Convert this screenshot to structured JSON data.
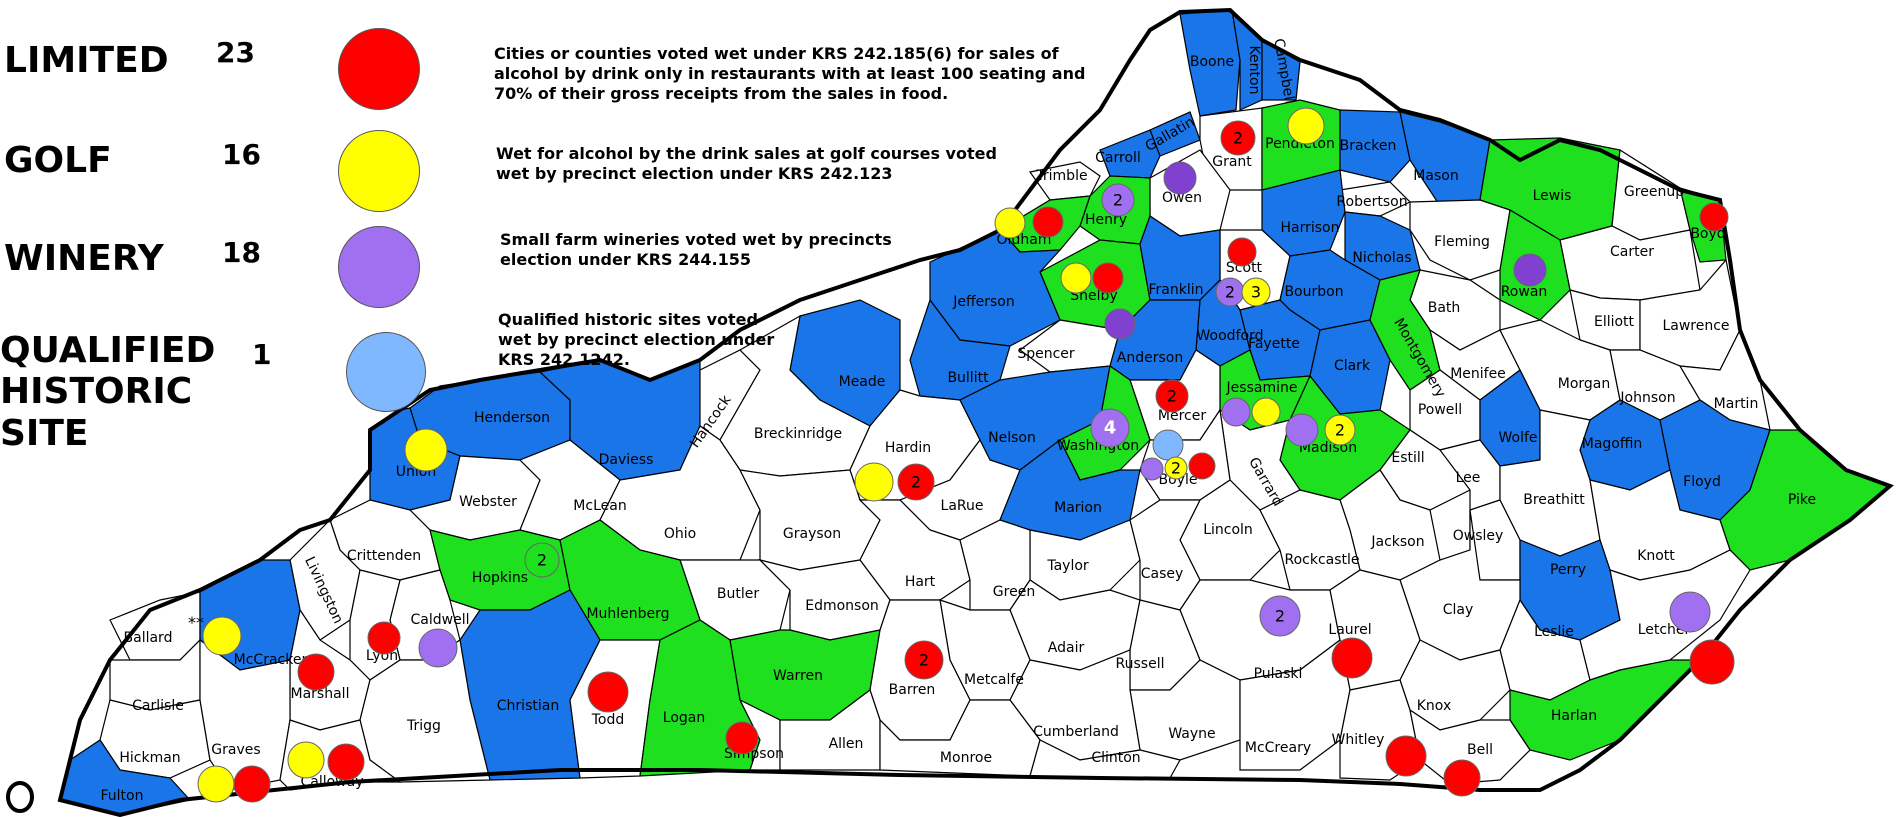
{
  "legend": [
    {
      "label": "LIMITED",
      "count": "23",
      "color": "#ff0000",
      "description": [
        "Cities or counties voted wet under KRS 242.185(6) for sales of",
        "alcohol by drink only in restaurants with at least 100 seating and",
        "70% of their gross receipts from the sales in food."
      ]
    },
    {
      "label": "GOLF",
      "count": "16",
      "color": "#ffff00",
      "description": [
        "Wet for alcohol by the drink sales at golf courses voted",
        "wet by precinct election under KRS 242.123"
      ]
    },
    {
      "label": "WINERY",
      "count": "18",
      "color": "#a070f0",
      "description": [
        "Small farm wineries  voted wet by precincts",
        "election under KRS 244.155"
      ]
    },
    {
      "label": "QUALIFIED HISTORIC SITE",
      "label_lines": [
        "QUALIFIED",
        "HISTORIC",
        "SITE"
      ],
      "count": "1",
      "color": "#80b8ff",
      "description": [
        "Qualified historic sites voted",
        "wet by precinct election under",
        "KRS 242.1242."
      ]
    }
  ],
  "colors": {
    "wet": "#1a75e8",
    "moist": "#1ee01e",
    "dry": "#ffffff",
    "limited": "#ff0000",
    "golf": "#ffff00",
    "winery": "#a070f0",
    "winery_dark": "#8040d0",
    "historic": "#80b8ff"
  },
  "annotation_asterisk": "**",
  "counties": [
    {
      "name": "Boone",
      "status": "wet"
    },
    {
      "name": "Kenton",
      "status": "wet"
    },
    {
      "name": "Campbell",
      "status": "wet"
    },
    {
      "name": "Gallatin",
      "status": "wet"
    },
    {
      "name": "Carroll",
      "status": "wet"
    },
    {
      "name": "Grant",
      "status": "dry"
    },
    {
      "name": "Pendleton",
      "status": "moist"
    },
    {
      "name": "Bracken",
      "status": "wet"
    },
    {
      "name": "Mason",
      "status": "wet"
    },
    {
      "name": "Trimble",
      "status": "dry"
    },
    {
      "name": "Owen",
      "status": "dry"
    },
    {
      "name": "Henry",
      "status": "moist"
    },
    {
      "name": "Oldham",
      "status": "moist"
    },
    {
      "name": "Robertson",
      "status": "dry"
    },
    {
      "name": "Harrison",
      "status": "wet"
    },
    {
      "name": "Lewis",
      "status": "moist"
    },
    {
      "name": "Greenup",
      "status": "dry"
    },
    {
      "name": "Boyd",
      "status": "moist"
    },
    {
      "name": "Fleming",
      "status": "dry"
    },
    {
      "name": "Nicholas",
      "status": "wet"
    },
    {
      "name": "Scott",
      "status": "dry"
    },
    {
      "name": "Shelby",
      "status": "moist"
    },
    {
      "name": "Franklin",
      "status": "wet"
    },
    {
      "name": "Jefferson",
      "status": "wet"
    },
    {
      "name": "Carter",
      "status": "dry"
    },
    {
      "name": "Rowan",
      "status": "moist"
    },
    {
      "name": "Bourbon",
      "status": "wet"
    },
    {
      "name": "Bath",
      "status": "dry"
    },
    {
      "name": "Elliott",
      "status": "dry"
    },
    {
      "name": "Lawrence",
      "status": "dry"
    },
    {
      "name": "Woodford",
      "status": "wet"
    },
    {
      "name": "Spencer",
      "status": "dry"
    },
    {
      "name": "Anderson",
      "status": "wet"
    },
    {
      "name": "Fayette",
      "status": "wet"
    },
    {
      "name": "Montgomery",
      "status": "moist"
    },
    {
      "name": "Meade",
      "status": "wet"
    },
    {
      "name": "Bullitt",
      "status": "wet"
    },
    {
      "name": "Clark",
      "status": "wet"
    },
    {
      "name": "Menifee",
      "status": "dry"
    },
    {
      "name": "Morgan",
      "status": "dry"
    },
    {
      "name": "Johnson",
      "status": "dry"
    },
    {
      "name": "Martin",
      "status": "dry"
    },
    {
      "name": "Hancock",
      "status": "dry"
    },
    {
      "name": "Breckinridge",
      "status": "dry"
    },
    {
      "name": "Henderson",
      "status": "wet"
    },
    {
      "name": "Jessamine",
      "status": "moist"
    },
    {
      "name": "Mercer",
      "status": "dry"
    },
    {
      "name": "Powell",
      "status": "dry"
    },
    {
      "name": "Daviess",
      "status": "wet"
    },
    {
      "name": "Hardin",
      "status": "dry"
    },
    {
      "name": "Nelson",
      "status": "wet"
    },
    {
      "name": "Washington",
      "status": "moist"
    },
    {
      "name": "Madison",
      "status": "moist"
    },
    {
      "name": "Wolfe",
      "status": "wet"
    },
    {
      "name": "Magoffin",
      "status": "wet"
    },
    {
      "name": "Union",
      "status": "wet"
    },
    {
      "name": "Garrard",
      "status": "dry"
    },
    {
      "name": "Estill",
      "status": "dry"
    },
    {
      "name": "Boyle",
      "status": "dry"
    },
    {
      "name": "Floyd",
      "status": "wet"
    },
    {
      "name": "Lee",
      "status": "dry"
    },
    {
      "name": "Webster",
      "status": "dry"
    },
    {
      "name": "McLean",
      "status": "dry"
    },
    {
      "name": "LaRue",
      "status": "dry"
    },
    {
      "name": "Marion",
      "status": "wet"
    },
    {
      "name": "Breathitt",
      "status": "dry"
    },
    {
      "name": "Pike",
      "status": "moist"
    },
    {
      "name": "Ohio",
      "status": "dry"
    },
    {
      "name": "Grayson",
      "status": "dry"
    },
    {
      "name": "Lincoln",
      "status": "dry"
    },
    {
      "name": "Owsley",
      "status": "dry"
    },
    {
      "name": "Jackson",
      "status": "dry"
    },
    {
      "name": "Crittenden",
      "status": "dry"
    },
    {
      "name": "Rockcastle",
      "status": "dry"
    },
    {
      "name": "Knott",
      "status": "dry"
    },
    {
      "name": "Hopkins",
      "status": "moist"
    },
    {
      "name": "Taylor",
      "status": "dry"
    },
    {
      "name": "Perry",
      "status": "wet"
    },
    {
      "name": "Livingston",
      "status": "dry"
    },
    {
      "name": "Casey",
      "status": "dry"
    },
    {
      "name": "Hart",
      "status": "dry"
    },
    {
      "name": "Green",
      "status": "dry"
    },
    {
      "name": "Caldwell",
      "status": "dry"
    },
    {
      "name": "Butler",
      "status": "dry"
    },
    {
      "name": "Muhlenberg",
      "status": "moist"
    },
    {
      "name": "Edmonson",
      "status": "dry"
    },
    {
      "name": "Clay",
      "status": "dry"
    },
    {
      "name": "Ballard",
      "status": "dry"
    },
    {
      "name": "McCracken",
      "status": "wet"
    },
    {
      "name": "Lyon",
      "status": "dry"
    },
    {
      "name": "Pulaski",
      "status": "dry"
    },
    {
      "name": "Laurel",
      "status": "dry"
    },
    {
      "name": "Leslie",
      "status": "dry"
    },
    {
      "name": "Letcher",
      "status": "dry"
    },
    {
      "name": "Adair",
      "status": "dry"
    },
    {
      "name": "Carlisle",
      "status": "dry"
    },
    {
      "name": "Marshall",
      "status": "dry"
    },
    {
      "name": "Russell",
      "status": "dry"
    },
    {
      "name": "Christian",
      "status": "wet"
    },
    {
      "name": "Warren",
      "status": "moist"
    },
    {
      "name": "Metcalfe",
      "status": "dry"
    },
    {
      "name": "Barren",
      "status": "dry"
    },
    {
      "name": "Todd",
      "status": "dry"
    },
    {
      "name": "Knox",
      "status": "dry"
    },
    {
      "name": "Harlan",
      "status": "moist"
    },
    {
      "name": "Logan",
      "status": "moist"
    },
    {
      "name": "Trigg",
      "status": "dry"
    },
    {
      "name": "Hickman",
      "status": "dry"
    },
    {
      "name": "Graves",
      "status": "dry"
    },
    {
      "name": "Simpson",
      "status": "dry"
    },
    {
      "name": "Allen",
      "status": "dry"
    },
    {
      "name": "Wayne",
      "status": "dry"
    },
    {
      "name": "McCreary",
      "status": "dry"
    },
    {
      "name": "Whitley",
      "status": "dry"
    },
    {
      "name": "Bell",
      "status": "dry"
    },
    {
      "name": "Cumberland",
      "status": "dry"
    },
    {
      "name": "Monroe",
      "status": "dry"
    },
    {
      "name": "Clinton",
      "status": "dry"
    },
    {
      "name": "Calloway",
      "status": "dry"
    },
    {
      "name": "Fulton",
      "status": "wet"
    }
  ],
  "markers": [
    {
      "county": "Grant",
      "type": "limited",
      "count": "2"
    },
    {
      "county": "Pendleton",
      "type": "golf"
    },
    {
      "county": "Owen",
      "type": "winery"
    },
    {
      "county": "Henry",
      "type": "winery",
      "count": "2"
    },
    {
      "county": "Oldham",
      "type": "golf"
    },
    {
      "county": "Oldham",
      "type": "limited"
    },
    {
      "county": "Boyd",
      "type": "limited"
    },
    {
      "county": "Rowan",
      "type": "winery"
    },
    {
      "county": "Scott",
      "type": "limited"
    },
    {
      "county": "Scott",
      "type": "winery",
      "count": "2"
    },
    {
      "county": "Scott",
      "type": "golf",
      "count": "3"
    },
    {
      "county": "Shelby",
      "type": "golf"
    },
    {
      "county": "Shelby",
      "type": "limited"
    },
    {
      "county": "Shelby",
      "type": "winery"
    },
    {
      "county": "Mercer",
      "type": "limited",
      "count": "2"
    },
    {
      "county": "Washington",
      "type": "winery",
      "count": "4"
    },
    {
      "county": "Jessamine",
      "type": "winery"
    },
    {
      "county": "Jessamine",
      "type": "golf"
    },
    {
      "county": "Madison",
      "type": "winery"
    },
    {
      "county": "Madison",
      "type": "golf",
      "count": "2"
    },
    {
      "county": "Boyle",
      "type": "historic"
    },
    {
      "county": "Boyle",
      "type": "winery"
    },
    {
      "county": "Boyle",
      "type": "golf",
      "count": "2"
    },
    {
      "county": "Boyle",
      "type": "limited"
    },
    {
      "county": "Union",
      "type": "golf"
    },
    {
      "county": "Hardin",
      "type": "golf"
    },
    {
      "county": "Hardin",
      "type": "limited",
      "count": "2"
    },
    {
      "county": "Hopkins",
      "type": "moist",
      "count": "2"
    },
    {
      "county": "Caldwell",
      "type": "winery"
    },
    {
      "county": "Lyon",
      "type": "limited"
    },
    {
      "county": "McCracken",
      "type": "golf"
    },
    {
      "county": "Marshall",
      "type": "limited"
    },
    {
      "county": "Todd",
      "type": "limited"
    },
    {
      "county": "Barren",
      "type": "limited",
      "count": "2"
    },
    {
      "county": "Simpson",
      "type": "limited"
    },
    {
      "county": "Graves",
      "type": "golf"
    },
    {
      "county": "Graves",
      "type": "limited"
    },
    {
      "county": "Calloway",
      "type": "golf"
    },
    {
      "county": "Calloway",
      "type": "limited"
    },
    {
      "county": "Pulaski",
      "type": "winery",
      "count": "2"
    },
    {
      "county": "Laurel",
      "type": "limited"
    },
    {
      "county": "Whitley",
      "type": "limited"
    },
    {
      "county": "Bell",
      "type": "limited"
    },
    {
      "county": "Letcher",
      "type": "winery"
    },
    {
      "county": "Letcher",
      "type": "limited"
    }
  ]
}
